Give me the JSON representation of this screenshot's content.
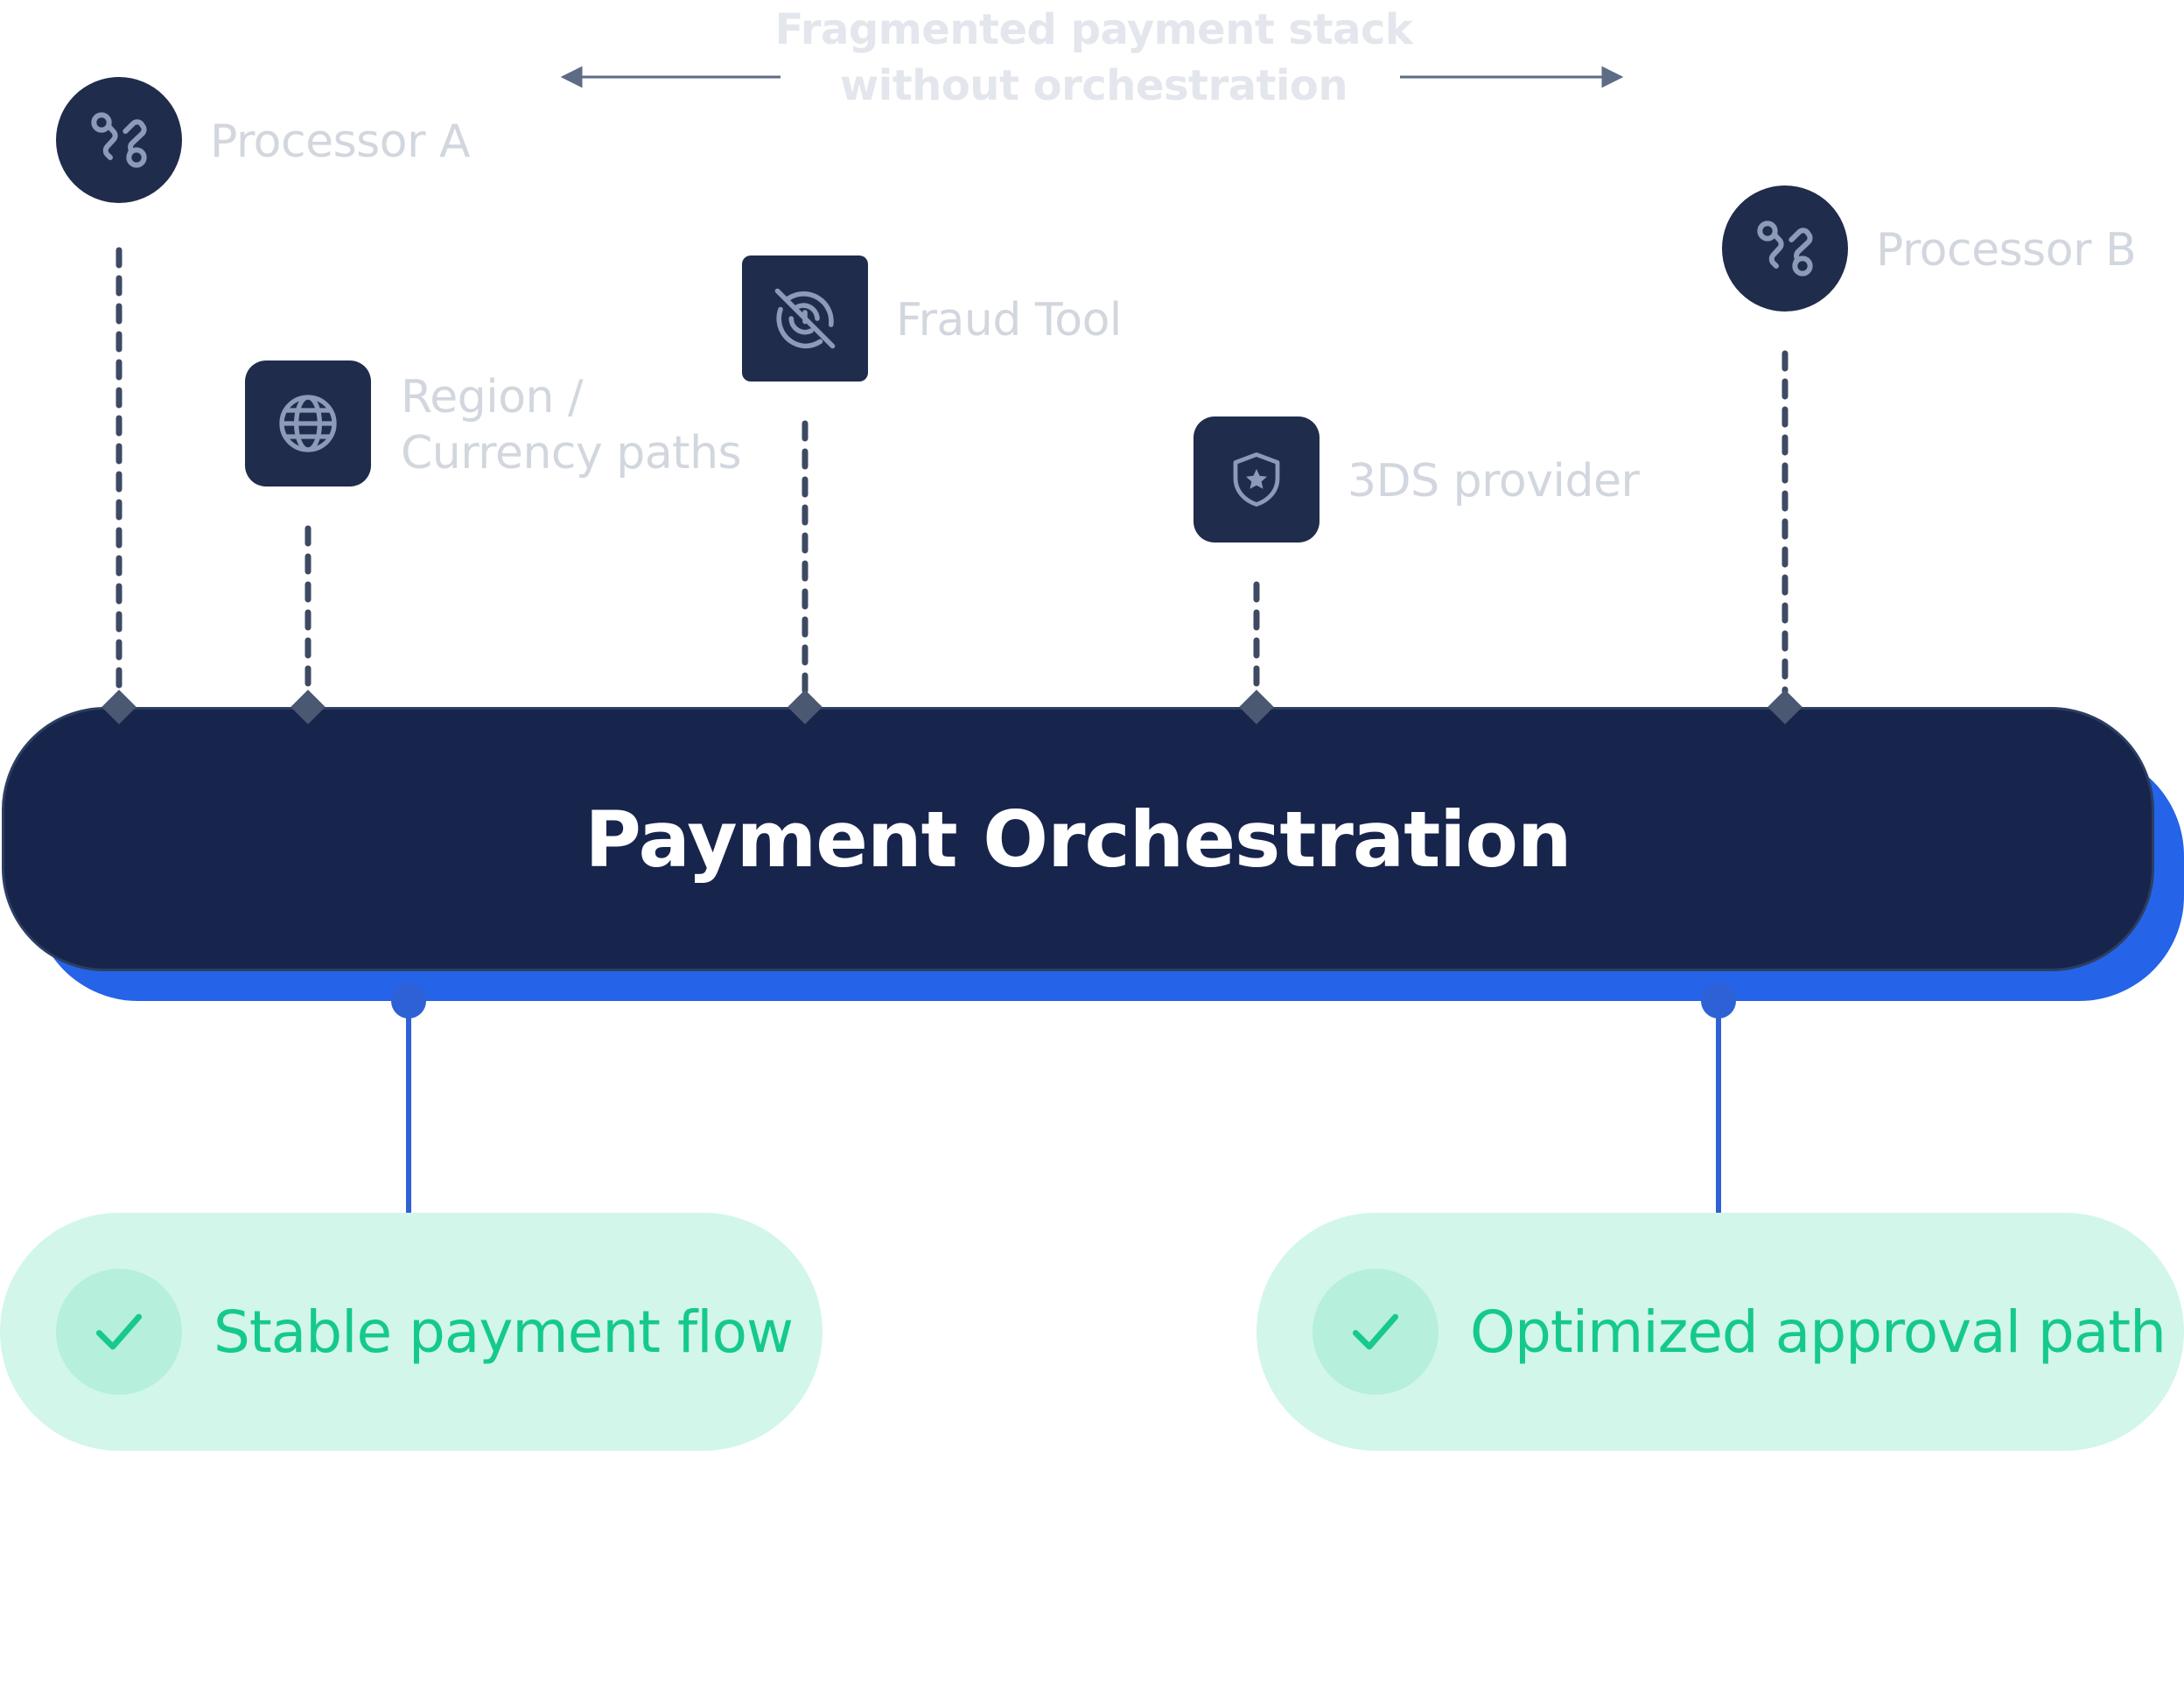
{
  "header": {
    "line1": "Fragmented payment stack",
    "line2": "without orchestration"
  },
  "nodes": [
    {
      "id": "processor-a",
      "label": "Processor A",
      "icon": "route-icon",
      "shape": "circle"
    },
    {
      "id": "region-currency",
      "label_line1": "Region /",
      "label_line2": "Currency paths",
      "icon": "globe-icon",
      "shape": "square"
    },
    {
      "id": "fraud-tool",
      "label": "Fraud Tool",
      "icon": "no-fingerprint-icon",
      "shape": "square"
    },
    {
      "id": "3ds-provider",
      "label": "3DS provider",
      "icon": "shield-star-icon",
      "shape": "square"
    },
    {
      "id": "processor-b",
      "label": "Processor B",
      "icon": "route-icon",
      "shape": "circle"
    }
  ],
  "hub": {
    "title": "Payment Orchestration"
  },
  "outcomes": [
    {
      "label": "Stable payment flow",
      "icon": "check-icon"
    },
    {
      "label": "Optimized approval path",
      "icon": "check-icon"
    }
  ],
  "colors": {
    "hub": "#17254d",
    "hub_shadow": "#2563e8",
    "node": "#1f2c4c",
    "outcome_bg": "#d2f6ea",
    "outcome_text": "#15c98c",
    "muted_text": "#d2d6de"
  }
}
